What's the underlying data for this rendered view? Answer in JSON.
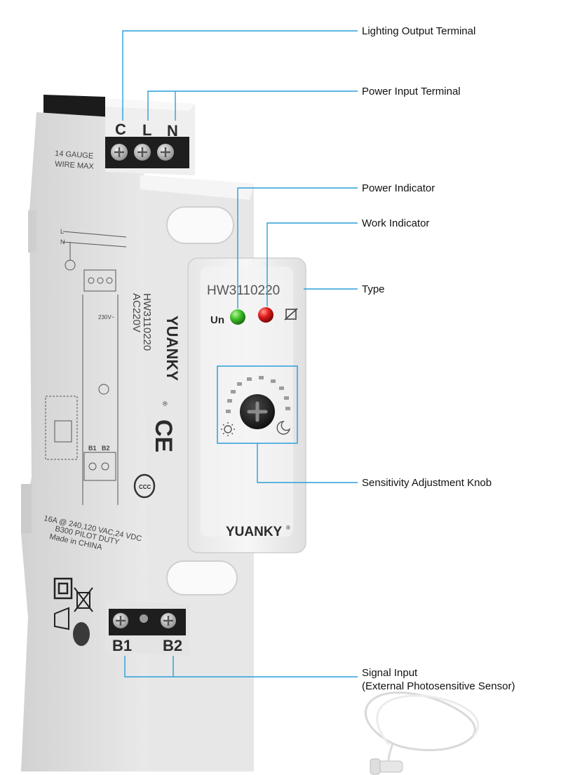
{
  "callouts": {
    "lighting_output": "Lighting Output Terminal",
    "power_input": "Power Input Terminal",
    "power_indicator": "Power Indicator",
    "work_indicator": "Work Indicator",
    "type": "Type",
    "sensitivity_knob": "Sensitivity Adjustment Knob",
    "signal_input_line1": "Signal Input",
    "signal_input_line2": "(External Photosensitive Sensor)"
  },
  "device": {
    "brand": "YUANKY",
    "registered_mark": "®",
    "model": "HW3110220",
    "voltage": "AC220V",
    "top_terminals": [
      "C",
      "L",
      "N"
    ],
    "bottom_terminals": [
      "B1",
      "B2"
    ],
    "wire_note_line1": "14 GAUGE",
    "wire_note_line2": "WIRE MAX",
    "rating_line1": "16A @ 240,120 VAC,24 VDC",
    "rating_line2": "B300 PILOT DUTY",
    "rating_line3": "Made in CHINA",
    "un_label": "Un",
    "ce_mark": "CE",
    "ccc_mark": "CCC",
    "wiring_label_B1": "B1",
    "wiring_label_B2": "B2",
    "wiring_label_L": "L",
    "wiring_label_N": "N",
    "wiring_voltage": "230V~"
  },
  "colors": {
    "leader_line": "#2a9fd8",
    "power_led": "#3fbf2a",
    "work_led": "#e01a1a",
    "housing": "#eeeeee",
    "terminal_dark": "#1e1e1e"
  },
  "icons": {
    "sun": "sun-icon",
    "moon": "moon-icon",
    "relay": "relay-icon"
  }
}
